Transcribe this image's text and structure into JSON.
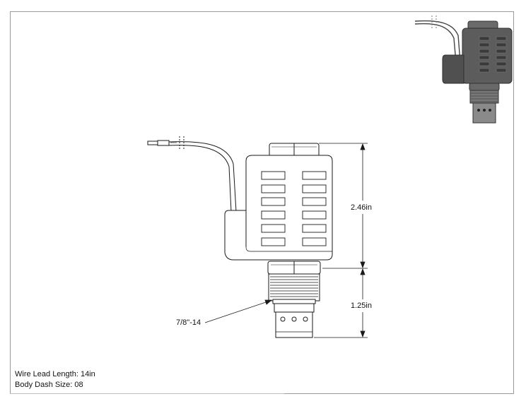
{
  "dimensions": {
    "upper_height": "2.46in",
    "lower_height": "1.25in",
    "thread_size": "7/8\"-14"
  },
  "notes": {
    "wire_lead_length": "Wire Lead Length: 14in",
    "body_dash_size": "Body Dash Size: 08"
  },
  "colors": {
    "line": "#1a1a1a",
    "thumbnail_body": "#5a5a5a",
    "thumbnail_dark": "#3a3a3a"
  },
  "icons": {
    "main_drawing": "solenoid-coil-cartridge-valve-icon",
    "thumbnail": "solenoid-valve-3d-thumbnail-icon"
  }
}
